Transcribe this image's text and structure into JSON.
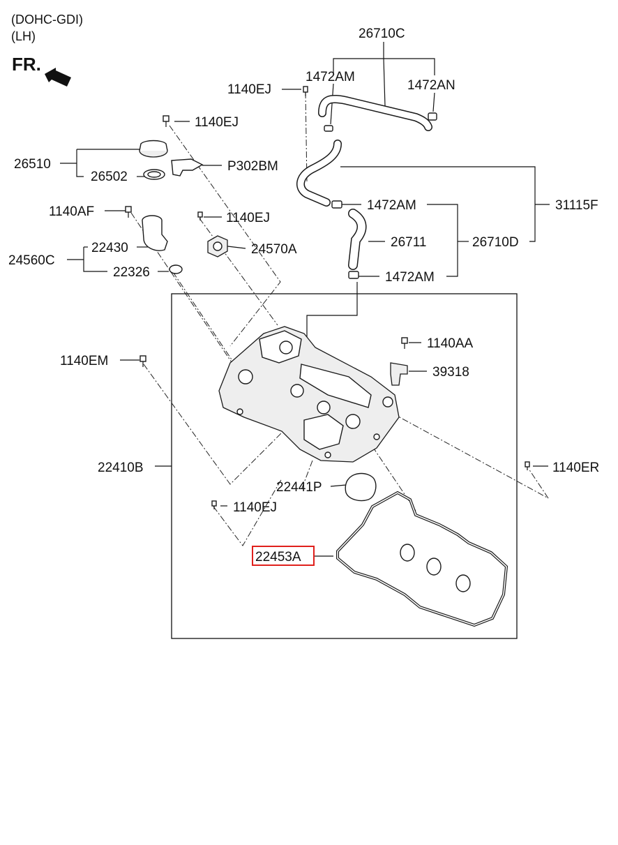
{
  "header": {
    "line1": "(DOHC-GDI)",
    "line2": "(LH)",
    "direction_label": "FR."
  },
  "callouts": {
    "p26710C": "26710C",
    "p1472AM_a": "1472AM",
    "p1472AN": "1472AN",
    "p1140EJ_a": "1140EJ",
    "p1140EJ_b": "1140EJ",
    "p26510": "26510",
    "p26502": "26502",
    "pP302BM": "P302BM",
    "p1140AF": "1140AF",
    "p1140EJ_c": "1140EJ",
    "p1472AM_b": "1472AM",
    "p31115F": "31115F",
    "p22430": "22430",
    "p24570A": "24570A",
    "p26711": "26711",
    "p26710D": "26710D",
    "p24560C": "24560C",
    "p22326": "22326",
    "p1472AM_c": "1472AM",
    "p1140AA": "1140AA",
    "p1140EM": "1140EM",
    "p39318": "39318",
    "p22410B": "22410B",
    "p1140ER": "1140ER",
    "p22441P": "22441P",
    "p1140EJ_d": "1140EJ",
    "p22453A": "22453A"
  },
  "highlight": {
    "part": "22453A",
    "color": "#e0201c"
  }
}
